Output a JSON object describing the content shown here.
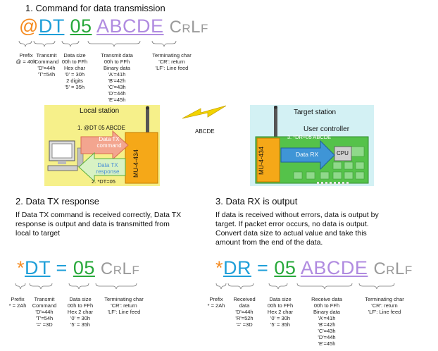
{
  "section1": {
    "title": "1. Command for data transmission",
    "cmd": {
      "prefix": "@",
      "code": "DT",
      "size": "05",
      "data": "ABCDE",
      "term": "CrLf"
    },
    "labels": {
      "prefix": [
        "Prefix",
        "@ = 40h"
      ],
      "transmit": [
        "Transmit",
        "Command",
        "'D'=44h",
        "'T'=54h"
      ],
      "datasize": [
        "Data size",
        "00h to FFh",
        "Hex char",
        "'0' = 30h",
        "2 digits",
        "'5' = 35h"
      ],
      "txdata": [
        "Transmit data",
        "00h to FFh",
        "Binary data",
        "'A'=41h",
        "'B'=42h",
        "'C'=43h",
        "'D'=44h",
        "'E'=45h"
      ],
      "term": [
        "Terminating char",
        "'CR': return",
        "'LF': Line feed"
      ]
    }
  },
  "diagram": {
    "local_title": "Local station",
    "local_cmd": "1. @DT 05 ABCDE",
    "tx_command": "Data TX command",
    "tx_response": "Data TX response",
    "local_resp": "2. *DT=05",
    "module": "MU-4-434",
    "link": "ABCDE",
    "target_title": "Target station",
    "user_controller": "User controller",
    "target_resp": "3. *DR=05 ABCDE",
    "data_rx": "Data RX",
    "cpu": "CPU"
  },
  "section2": {
    "title": "2. Data TX response",
    "para": [
      "If Data TX command is received correctly, Data TX",
      "response is output and data is transmitted from",
      "local to target"
    ],
    "cmd": {
      "prefix": "*",
      "code": "DT",
      "eq": "=",
      "size": "05",
      "term": "CrLf"
    },
    "labels": {
      "prefix": [
        "Prefix",
        "* = 2Ah"
      ],
      "transmit": [
        "Transmit",
        "Command",
        "'D'=44h",
        "'T'=54h",
        "'=' =3D"
      ],
      "datasize": [
        "Data size",
        "00h to FFh",
        "Hex 2 char",
        "'0' = 30h",
        "'5' = 35h"
      ],
      "term": [
        "Terminating char",
        "'CR': return",
        "'LF': Line feed"
      ]
    }
  },
  "section3": {
    "title": "3. Data RX is output",
    "para": [
      "If data is received without errors, data is output by",
      "target. If packet error occurs, no data is output.",
      "Convert data size to actual value and take this",
      "amount from the end of the data."
    ],
    "cmd": {
      "prefix": "*",
      "code": "DR",
      "eq": "=",
      "size": "05",
      "data": "ABCDE",
      "term": "CrLf"
    },
    "labels": {
      "prefix": [
        "Prefix",
        "* = 2Ah"
      ],
      "received": [
        "Received",
        "data",
        "'D'=44h",
        "'R'=52h",
        "'=' =3D"
      ],
      "datasize": [
        "Data size",
        "00h to FFh",
        "Hex 2 char",
        "'0' = 30h",
        "'5' = 35h"
      ],
      "rxdata": [
        "Receive data",
        "00h to FFh",
        "Binary data",
        "'A'=41h",
        "'B'=42h",
        "'C'=43h",
        "'D'=44h",
        "'E'=45h"
      ],
      "term": [
        "Terminating char",
        "'CR': return",
        "'LF': Line feed"
      ]
    }
  },
  "colors": {
    "orange": "#f58a1f",
    "blue": "#1f9fd8",
    "green": "#27a83a",
    "violet": "#b08be0",
    "grey": "#9a9a9a",
    "yellow_panel": "#f6f08a",
    "board": "#55c24a",
    "module": "#f5a818"
  }
}
